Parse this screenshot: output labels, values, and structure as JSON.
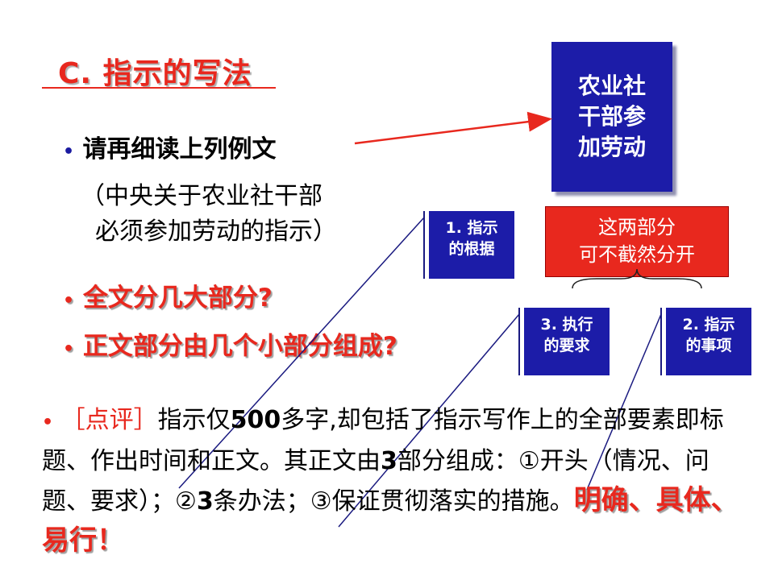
{
  "title": "C. 指示的写法",
  "bullet_symbol": "•",
  "intro": {
    "bullet_text": "请再细读上列例文",
    "paren_line1": "（中央关于农业社干部",
    "paren_line2": "必须参加劳动的指示）"
  },
  "questions": [
    "全文分几大部分?",
    "正文部分由几个小部分组成?"
  ],
  "big_box": {
    "line1": "农业社",
    "line2": "干部参",
    "line3": "加劳动"
  },
  "red_box": {
    "line1": "这两部分",
    "line2": "可不截然分开"
  },
  "parts": [
    {
      "line1": "1. 指示",
      "line2": "的根据"
    },
    {
      "line1": "3. 执行",
      "line2": "的要求"
    },
    {
      "line1": "2. 指示",
      "line2": "的事项"
    }
  ],
  "comment": {
    "tag": "［点评］",
    "lead": "指示仅",
    "count": "500",
    "rest1": "多字,却包括了指示写作上的全部要素即标题、作出时间和正文。其正文由",
    "num3": "3",
    "rest2": "部分组成：①开头（情况、问题、要求）；②",
    "num3b": "3",
    "rest3": "条办法；③保证贯彻落实的措施。",
    "emphasis": "明确、具体、易行！"
  },
  "colors": {
    "red": "#e8281e",
    "blue": "#1c1ca8"
  }
}
